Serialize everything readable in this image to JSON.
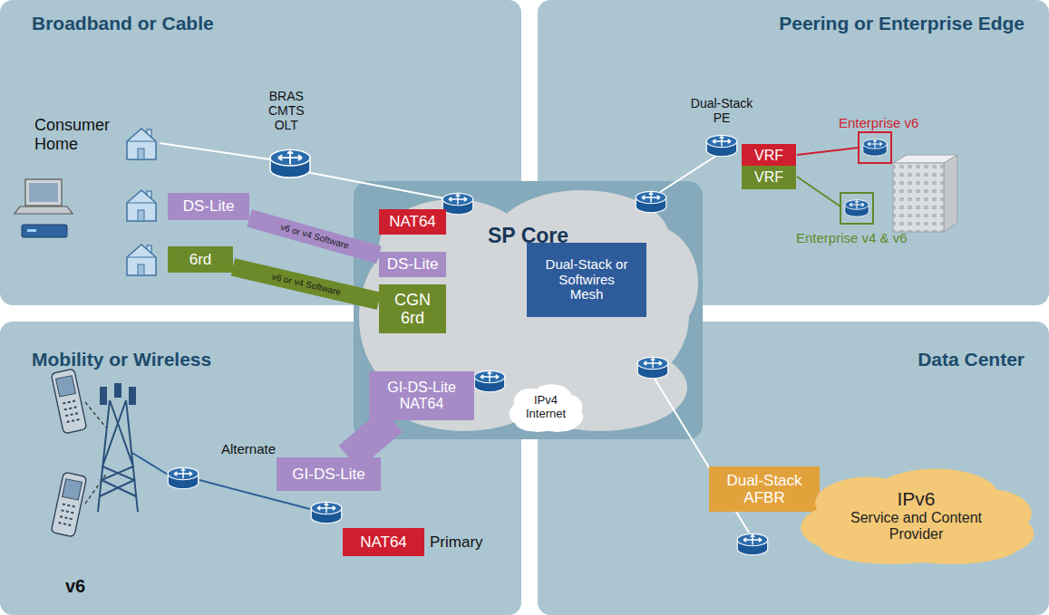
{
  "diagram": {
    "nodes": [
      {
        "text": [
          "Broadband or Cable"
        ]
      },
      {
        "text": [
          "DS-Lite"
        ],
        "in": 0
      },
      {
        "text": [
          "6rd"
        ],
        "in": 0
      },
      {
        "text": [
          "Peering or Enterprise Edge"
        ]
      },
      {
        "text": [
          "VRF"
        ],
        "in": 3
      },
      {
        "text": [
          "VRF"
        ],
        "in": 3
      },
      {
        "text": [
          "Mobility or Wireless"
        ]
      },
      {
        "text": [
          "GI-DS-Lite"
        ],
        "in": 6
      },
      {
        "text": [
          "NAT64"
        ],
        "in": 6
      },
      {
        "text": [
          "Data Center"
        ]
      },
      {
        "text": [
          "Dual-Stack AFBR"
        ],
        "in": 9
      },
      {
        "text": [
          "IPv6",
          "Service and Content Provider"
        ],
        "in": 9
      },
      {
        "text": [
          "SP Core"
        ]
      },
      {
        "text": [
          "NAT64"
        ],
        "in": 12
      },
      {
        "text": [
          "DS-Lite"
        ],
        "in": 12
      },
      {
        "text": [
          "CGN 6rd"
        ],
        "in": 12
      },
      {
        "text": [
          "Dual-Stack or Softwires Mesh"
        ],
        "in": 12
      },
      {
        "text": [
          "GI-DS-Lite NAT64"
        ],
        "in": 12
      },
      {
        "text": [
          "IPv4 Internet"
        ],
        "in": 12
      }
    ],
    "edges": [
      {
        "from": 1,
        "to": 14,
        "arrow": "none",
        "label": "v6 or v4 Software"
      },
      {
        "from": 2,
        "to": 15,
        "arrow": "none",
        "label": "v6 or v4 Software"
      },
      {
        "from": 7,
        "to": 17,
        "arrow": "none"
      }
    ],
    "labels": [
      "Consumer Home",
      "BRAS CMTS OLT",
      "Dual-Stack PE",
      "Enterprise v6",
      "Enterprise v4 & v6",
      "Alternate",
      "Primary",
      "v6"
    ]
  }
}
